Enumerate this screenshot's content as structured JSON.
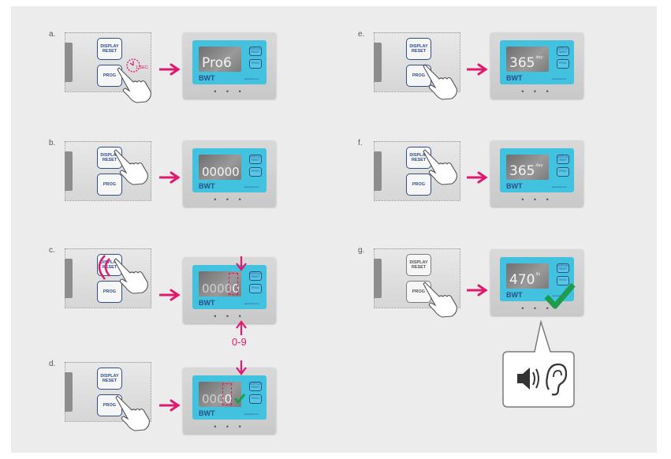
{
  "steps": [
    {
      "label": "a.",
      "display": "Pro6",
      "unit": "",
      "timer": "1 SEC."
    },
    {
      "label": "b.",
      "display": "00000",
      "unit": ""
    },
    {
      "label": "c.",
      "display": "0000",
      "display_digit": "0",
      "unit": "",
      "range": "0-9"
    },
    {
      "label": "d.",
      "display": "000",
      "display_digit": "0",
      "unit": ""
    },
    {
      "label": "e.",
      "display": "365",
      "unit": "day"
    },
    {
      "label": "f.",
      "display": "365",
      "unit": "day"
    },
    {
      "label": "g.",
      "display": "470",
      "unit": "lts"
    }
  ],
  "panel_buttons": {
    "display_reset": "DISPLAY\nRESET",
    "prog": "PROG"
  },
  "device": {
    "brand": "BWT",
    "url": "www.bwt.com",
    "btn_top": "DISPLAY RESET",
    "btn_bottom": "PROG",
    "dots": "• • •"
  },
  "colors": {
    "accent": "#e0196f",
    "check": "#1e9b4c",
    "screen": "#43c2e0",
    "navy": "#2f4f8a"
  },
  "icons": [
    "speaker-icon",
    "ear-icon",
    "checkmark-icon",
    "hand-icon",
    "timer-icon",
    "arrow-right-icon"
  ]
}
